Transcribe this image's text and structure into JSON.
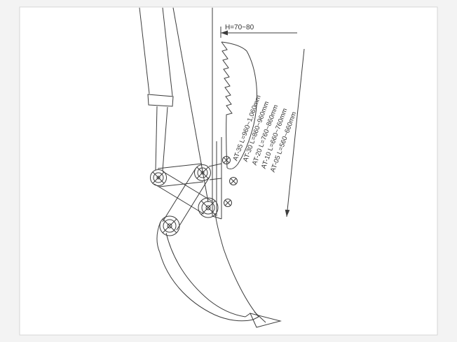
{
  "page": {
    "title": "excavator-attachment-technical-drawing"
  },
  "colors": {
    "margin_background": "#f3f3f3",
    "paper": "#ffffff",
    "paper_border": "#d5d5d5",
    "line": "#3c3c3c",
    "text": "#333333"
  },
  "dimensions": {
    "h_label": "H=70~80"
  },
  "model_labels": [
    "AT-35 L=960~1,060mm",
    "AT-30 L=860~960mm",
    "AT-20 L=760~860mm",
    "AT-10 L=660~760mm",
    "AT-05 L=560~660mm"
  ]
}
